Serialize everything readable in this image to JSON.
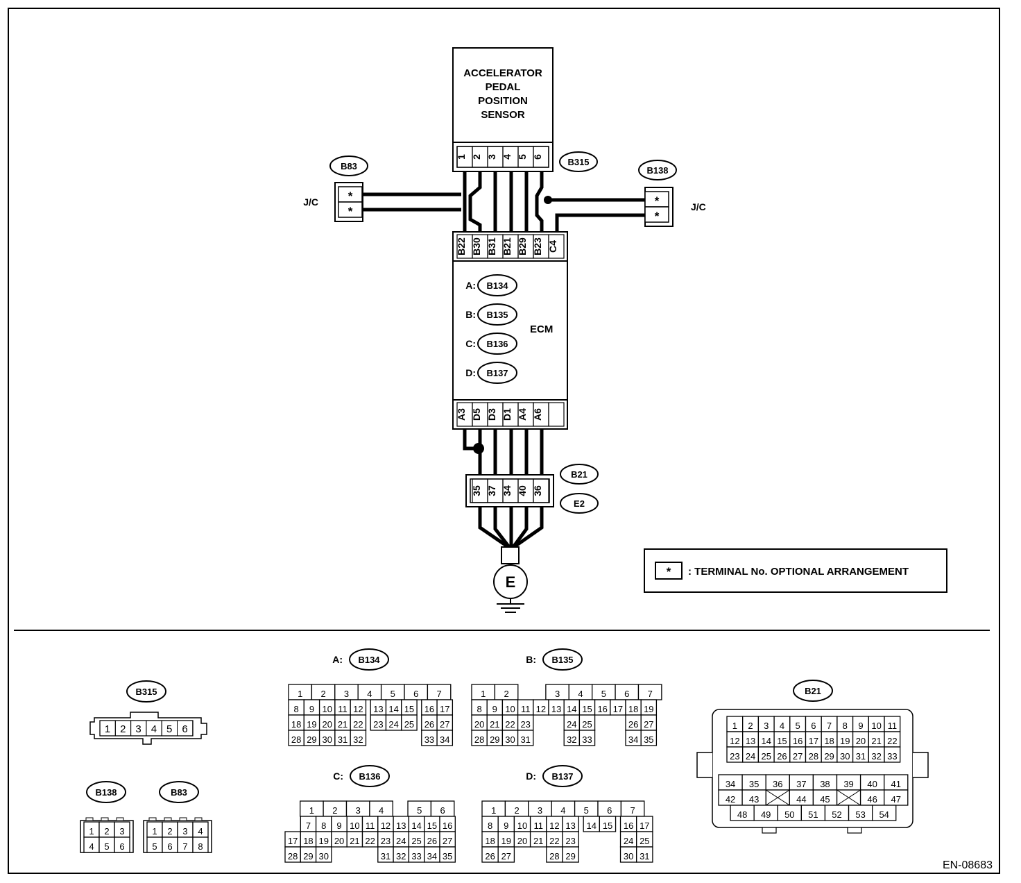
{
  "figure_id": "EN-08683",
  "sensor": {
    "title_lines": [
      "ACCELERATOR",
      "PEDAL",
      "POSITION",
      "SENSOR"
    ],
    "connector": "B315",
    "pins": [
      "1",
      "2",
      "3",
      "4",
      "5",
      "6"
    ]
  },
  "jc_left": {
    "connector": "B83",
    "label": "J/C",
    "cells": [
      "*",
      "*"
    ]
  },
  "jc_right": {
    "connector": "B138",
    "label": "J/C",
    "cells": [
      "*",
      "*"
    ]
  },
  "ecm": {
    "label": "ECM",
    "top_pins": [
      "B22",
      "B30",
      "B31",
      "B21",
      "B29",
      "B23",
      "C4"
    ],
    "bottom_pins": [
      "A3",
      "D5",
      "D3",
      "D1",
      "A4",
      "A6"
    ],
    "connectors": [
      {
        "prefix": "A:",
        "name": "B134"
      },
      {
        "prefix": "B:",
        "name": "B135"
      },
      {
        "prefix": "C:",
        "name": "C:"
      },
      {
        "prefix": "D:",
        "name": "B137"
      }
    ]
  },
  "ground_connector": {
    "names": [
      "B21",
      "E2"
    ],
    "pins": [
      "35",
      "37",
      "34",
      "40",
      "36"
    ]
  },
  "ground_label": "E",
  "legend": {
    "symbol": "*",
    "text": ": TERMINAL No. OPTIONAL ARRANGEMENT"
  },
  "faces": {
    "b315": {
      "name": "B315",
      "pins": [
        "1",
        "2",
        "3",
        "4",
        "5",
        "6"
      ]
    },
    "b138": {
      "name": "B138",
      "rows": [
        [
          "1",
          "2",
          "3"
        ],
        [
          "4",
          "5",
          "6"
        ]
      ]
    },
    "b83": {
      "name": "B83",
      "rows": [
        [
          "1",
          "2",
          "3",
          "4"
        ],
        [
          "5",
          "6",
          "7",
          "8"
        ]
      ]
    },
    "a": {
      "prefix": "A:",
      "name": "B134",
      "rows": [
        [
          "1",
          "2",
          "3",
          "4",
          "5",
          "6",
          "7"
        ],
        [
          "8",
          "9",
          "10",
          "11",
          "12",
          "13",
          "14",
          "15",
          "16",
          "17"
        ],
        [
          "18",
          "19",
          "20",
          "21",
          "22",
          "23",
          "24",
          "25",
          "26",
          "27"
        ],
        [
          "28",
          "29",
          "30",
          "31",
          "32",
          "33",
          "34"
        ]
      ]
    },
    "b": {
      "prefix": "B:",
      "name": "B135",
      "rows": [
        [
          "1",
          "2",
          "3",
          "4",
          "5",
          "6",
          "7"
        ],
        [
          "8",
          "9",
          "10",
          "11",
          "12",
          "13",
          "14",
          "15",
          "16",
          "17",
          "18",
          "19"
        ],
        [
          "20",
          "21",
          "22",
          "23",
          "24",
          "25",
          "26",
          "27"
        ],
        [
          "28",
          "29",
          "30",
          "31",
          "32",
          "33",
          "34",
          "35"
        ]
      ]
    },
    "c": {
      "prefix": "C:",
      "name": "B136",
      "rows": [
        [
          "1",
          "2",
          "3",
          "4",
          "5",
          "6"
        ],
        [
          "7",
          "8",
          "9",
          "10",
          "11",
          "12",
          "13",
          "14",
          "15",
          "16"
        ],
        [
          "17",
          "18",
          "19",
          "20",
          "21",
          "22",
          "23",
          "24",
          "25",
          "26",
          "27"
        ],
        [
          "28",
          "29",
          "30",
          "31",
          "32",
          "33",
          "34",
          "35"
        ]
      ]
    },
    "d": {
      "prefix": "D:",
      "name": "B137",
      "rows": [
        [
          "1",
          "2",
          "3",
          "4",
          "5",
          "6",
          "7"
        ],
        [
          "8",
          "9",
          "10",
          "11",
          "12",
          "13",
          "14",
          "15",
          "16",
          "17"
        ],
        [
          "18",
          "19",
          "20",
          "21",
          "22",
          "23",
          "24",
          "25"
        ],
        [
          "26",
          "27",
          "28",
          "29",
          "30",
          "31"
        ]
      ]
    },
    "b21": {
      "name": "B21",
      "rows": [
        [
          "1",
          "2",
          "3",
          "4",
          "5",
          "6",
          "7",
          "8",
          "9",
          "10",
          "11"
        ],
        [
          "12",
          "13",
          "14",
          "15",
          "16",
          "17",
          "18",
          "19",
          "20",
          "21",
          "22"
        ],
        [
          "23",
          "24",
          "25",
          "26",
          "27",
          "28",
          "29",
          "30",
          "31",
          "32",
          "33"
        ],
        [
          "34",
          "35",
          "36",
          "37",
          "38",
          "39",
          "40",
          "41"
        ],
        [
          "42",
          "43",
          "44",
          "45",
          "46",
          "47"
        ],
        [
          "48",
          "49",
          "50",
          "51",
          "52",
          "53",
          "54"
        ]
      ]
    }
  }
}
